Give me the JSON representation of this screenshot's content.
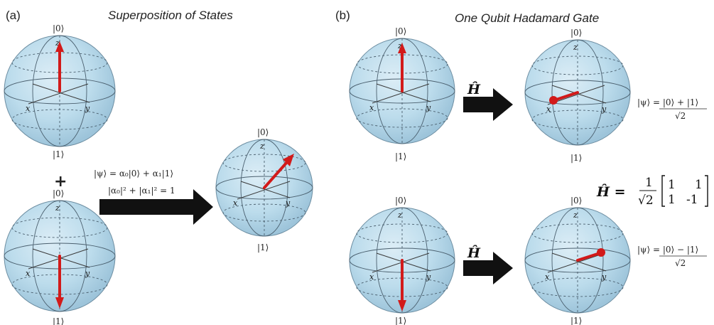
{
  "panel_a": {
    "label": "(a)",
    "title": "Superposition of States",
    "plus": "+",
    "equation_line1": "|ψ⟩ = α₀|0⟩ + α₁|1⟩",
    "equation_line2": "|α₀|² + |α₁|² = 1"
  },
  "panel_b": {
    "label": "(b)",
    "title": "One Qubit Hadamard Gate",
    "gate_symbol": "Ĥ",
    "psi_plus_num": "|ψ⟩ = |0⟩ + |1⟩",
    "psi_minus_num": "|ψ⟩ = |0⟩ − |1⟩",
    "sqrt2": "√2",
    "matrix_lhs": "Ĥ =",
    "matrix_frac_num": "1",
    "matrix_frac_den": "√2",
    "matrix_row1": [
      "1",
      "1"
    ],
    "matrix_row2": [
      "1",
      "-1"
    ]
  },
  "kets": {
    "zero": "|0⟩",
    "one": "|1⟩"
  },
  "axes": {
    "x": "x",
    "y": "y",
    "z": "z"
  },
  "colors": {
    "sphere": "#bcdcec",
    "vector": "#d21a1a",
    "arrow": "#111111"
  }
}
